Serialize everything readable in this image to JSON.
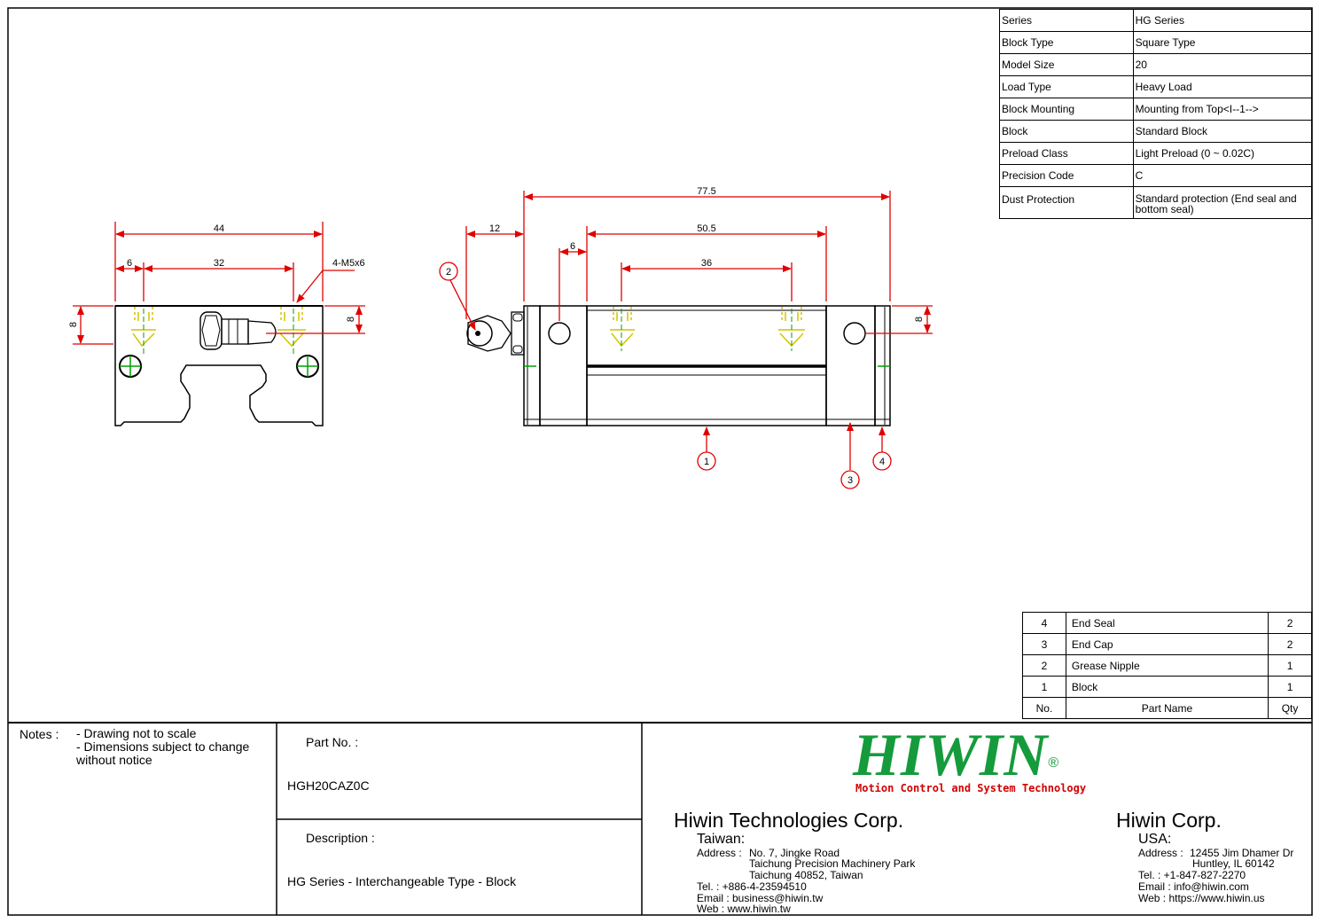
{
  "spec_table": [
    {
      "label": "Series",
      "value": "HG Series"
    },
    {
      "label": "Block Type",
      "value": "Square Type"
    },
    {
      "label": "Model Size",
      "value": "20"
    },
    {
      "label": "Load Type",
      "value": "Heavy Load"
    },
    {
      "label": "Block Mounting",
      "value": "Mounting from Top<I--1-->"
    },
    {
      "label": "Block",
      "value": "Standard Block"
    },
    {
      "label": "Preload Class",
      "value": "Light Preload (0 ~ 0.02C)"
    },
    {
      "label": "Precision Code",
      "value": "C"
    },
    {
      "label": "Dust Protection",
      "value": "Standard protection (End seal and bottom seal)"
    }
  ],
  "dimensions": {
    "front_width": "44",
    "front_hole_offset": "6",
    "front_hole_pitch": "32",
    "front_thread": "4-M5x6",
    "front_left_height": "8",
    "front_right_height": "8",
    "side_total": "77.5",
    "side_nipple": "12",
    "side_offset": "6",
    "side_body": "50.5",
    "side_hole_pitch": "36",
    "side_right_height": "8"
  },
  "balloons": [
    "1",
    "2",
    "3",
    "4"
  ],
  "bom": {
    "rows": [
      {
        "no": "4",
        "name": "End Seal",
        "qty": "2"
      },
      {
        "no": "3",
        "name": "End Cap",
        "qty": "2"
      },
      {
        "no": "2",
        "name": "Grease Nipple",
        "qty": "1"
      },
      {
        "no": "1",
        "name": "Block",
        "qty": "1"
      }
    ],
    "header": {
      "no": "No.",
      "name": "Part Name",
      "qty": "Qty"
    }
  },
  "notes": {
    "label": "Notes :",
    "lines": [
      "- Drawing not to scale",
      "- Dimensions subject to change",
      "without notice"
    ]
  },
  "part": {
    "label": "Part No. :",
    "value": "HGH20CAZ0C"
  },
  "description": {
    "label": "Description :",
    "value": "HG Series - Interchangeable Type - Block"
  },
  "logo": {
    "text": "HIWIN",
    "registered": "®",
    "tagline": "Motion Control and System Technology"
  },
  "taiwan": {
    "company": "Hiwin Technologies Corp.",
    "country": "Taiwan:",
    "address_label": "Address :",
    "address_lines": [
      "No. 7, Jingke Road",
      "Taichung Precision Machinery Park",
      "Taichung 40852, Taiwan"
    ],
    "tel": "Tel. : +886-4-23594510",
    "email": "Email : business@hiwin.tw",
    "web": "Web : www.hiwin.tw"
  },
  "usa": {
    "company": "Hiwin Corp.",
    "country": "USA:",
    "address_label": "Address :",
    "address_lines": [
      "12455 Jim Dhamer Dr",
      "Huntley, IL 60142"
    ],
    "tel": "Tel. : +1-847-827-2270",
    "email": "Email : info@hiwin.com",
    "web": "Web : https://www.hiwin.us"
  },
  "colors": {
    "dimension": "#e00000",
    "hidden": "#d4c400",
    "center": "#00a000",
    "logo": "#159b3c",
    "tagline": "#d40000"
  }
}
